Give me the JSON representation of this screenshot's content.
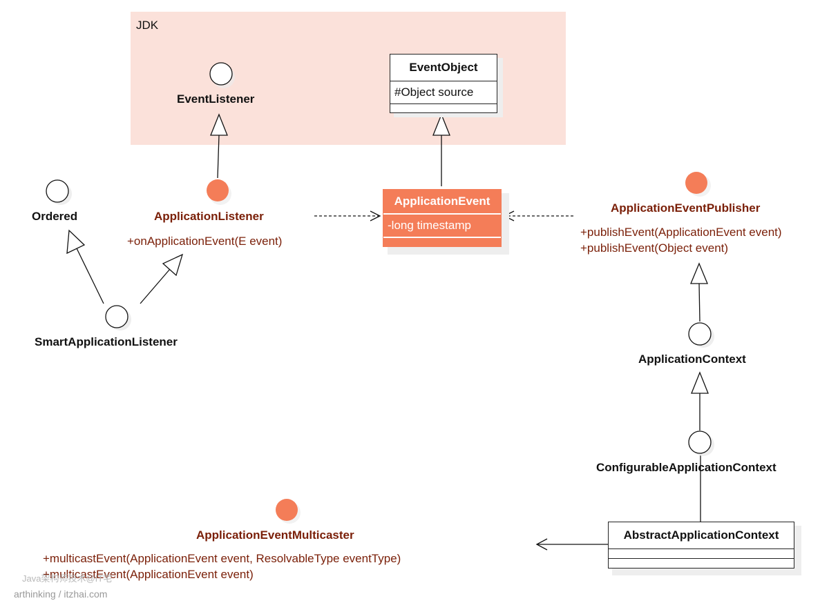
{
  "package": {
    "label": "JDK"
  },
  "interfaces": {
    "event_listener": {
      "name": "EventListener"
    },
    "ordered": {
      "name": "Ordered"
    },
    "application_listener": {
      "name": "ApplicationListener",
      "methods": [
        "+onApplicationEvent(E event)"
      ]
    },
    "smart_application_listener": {
      "name": "SmartApplicationListener"
    },
    "application_event_publisher": {
      "name": "ApplicationEventPublisher",
      "methods": [
        "+publishEvent(ApplicationEvent event)",
        "+publishEvent(Object event)"
      ]
    },
    "application_context": {
      "name": "ApplicationContext"
    },
    "configurable_application_context": {
      "name": "ConfigurableApplicationContext"
    },
    "application_event_multicaster": {
      "name": "ApplicationEventMulticaster",
      "methods": [
        "+multicastEvent(ApplicationEvent event, ResolvableType eventType)",
        "+multicastEvent(ApplicationEvent event)"
      ]
    }
  },
  "classes": {
    "event_object": {
      "name": "EventObject",
      "attribute": "#Object  source"
    },
    "application_event": {
      "name": "ApplicationEvent",
      "attribute": "-long timestamp"
    },
    "abstract_application_context": {
      "name": "AbstractApplicationContext"
    }
  },
  "watermark": {
    "line1": "Java架构师技术@IT宅",
    "line2": "arthinking / itzhai.com"
  },
  "colors": {
    "package_bg": "#fbe1da",
    "highlight": "#f47d58",
    "highlight_text": "#7a1f08",
    "outline": "#222222"
  }
}
